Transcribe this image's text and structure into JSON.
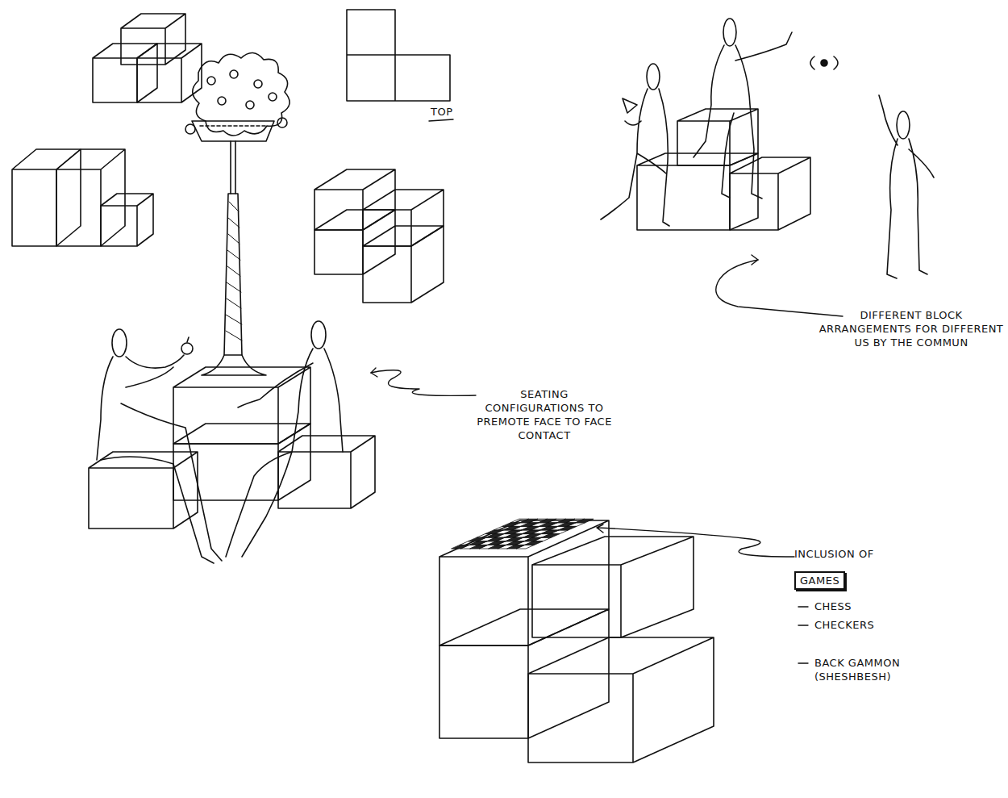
{
  "diagram": {
    "nodes": [
      {
        "text": [
          "GAMES"
        ]
      }
    ],
    "labels": [
      "TOP",
      "SEATING CONFIGURATIONS TO PREMOTE FACE TO FACE CONTACT",
      "DIFFERENT BLOCK ARRANGEMENTS FOR DIFFERENT US BY THE COMMUN",
      "INCLUSION OF",
      "CHESS",
      "CHECKERS",
      "BACK GAMMON (SHESHBESH)"
    ]
  }
}
